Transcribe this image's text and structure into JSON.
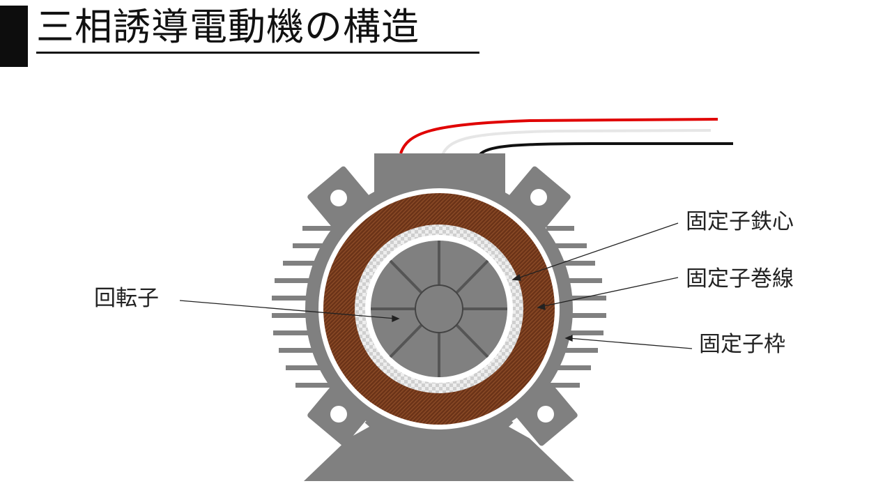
{
  "slide": {
    "title": "三相誘導電動機の構造"
  },
  "labels": {
    "stator_core": "固定子鉄心",
    "stator_winding": "固定子巻線",
    "stator_frame": "固定子枠",
    "rotor": "回転子"
  },
  "colors": {
    "frame": "#808080",
    "winding": "#7a3a1c",
    "wire_red": "#e00000",
    "wire_white": "#e6e6e6",
    "wire_black": "#111111"
  }
}
